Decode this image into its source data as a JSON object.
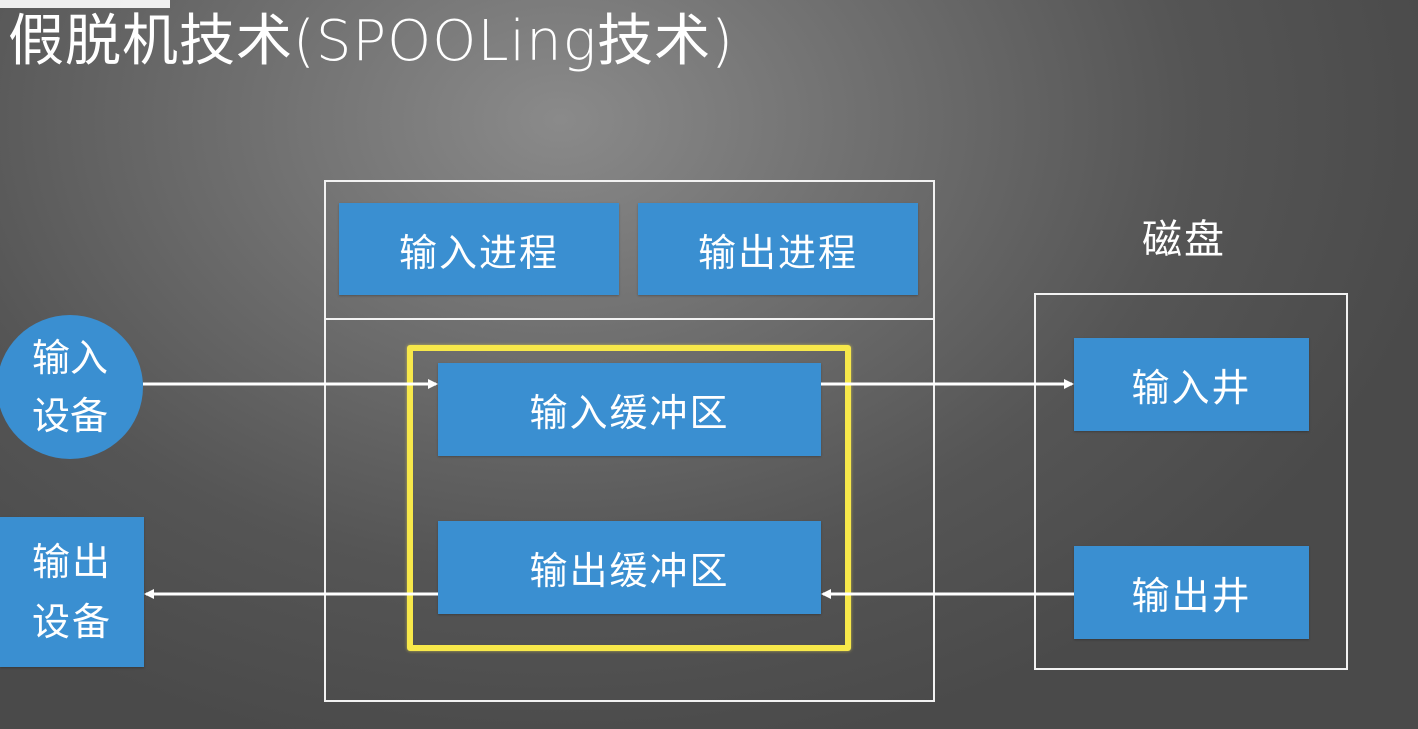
{
  "title": "假脱机技术(SPOOLing技术)",
  "processes": {
    "input": "输入进程",
    "output": "输出进程"
  },
  "buffers": {
    "input": "输入缓冲区",
    "output": "输出缓冲区"
  },
  "disk": {
    "label": "磁盘",
    "input_well": "输入井",
    "output_well": "输出井"
  },
  "devices": {
    "input_line1": "输入",
    "input_line2": "设备",
    "output_line1": "输出",
    "output_line2": "设备"
  },
  "colors": {
    "box": "#3a8fd1",
    "highlight": "#f7e84a",
    "frame": "#f2f2f2"
  }
}
